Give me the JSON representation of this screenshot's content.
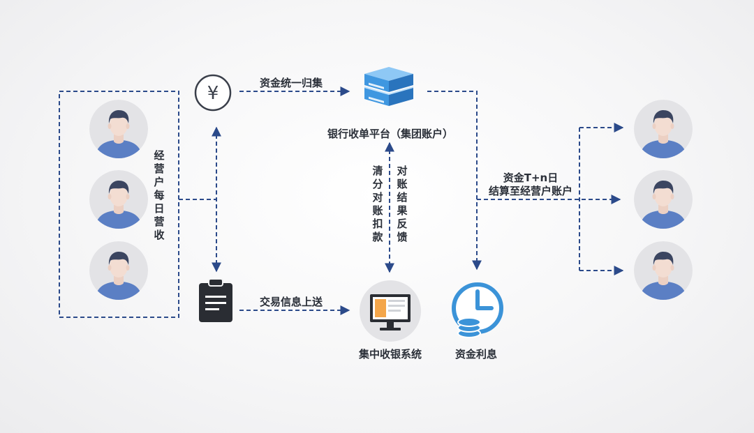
{
  "labels": {
    "yuan_symbol": "¥",
    "merchant_revenue": "经营户每日营收",
    "fund_collection": "资金统一归集",
    "bank_platform": "银行收单平台（集团账户）",
    "clearing_deduction": "清分对账扣款",
    "reconcile_feedback": "对账结果反馈",
    "settlement_line1": "资金T+n日",
    "settlement_line2": "结算至经营户账户",
    "transaction_upload": "交易信息上送",
    "cashier_system": "集中收银系统",
    "fund_interest": "资金利息"
  },
  "icons": {
    "person": "person-avatar-icon",
    "yuan": "yuan-coin-icon",
    "server": "server-icon",
    "clipboard": "clipboard-icon",
    "monitor": "monitor-icon",
    "clock_coins": "clock-coins-icon"
  },
  "colors": {
    "line": "#2b4a8a",
    "avatar_shirt": "#5b7fc4",
    "avatar_hair": "#3b4560",
    "avatar_bg": "#e3e3e6",
    "skin": "#f3ddd2",
    "server_blue": "#3f97e0",
    "clock_blue": "#3b93d8",
    "text": "#2a2f38"
  }
}
